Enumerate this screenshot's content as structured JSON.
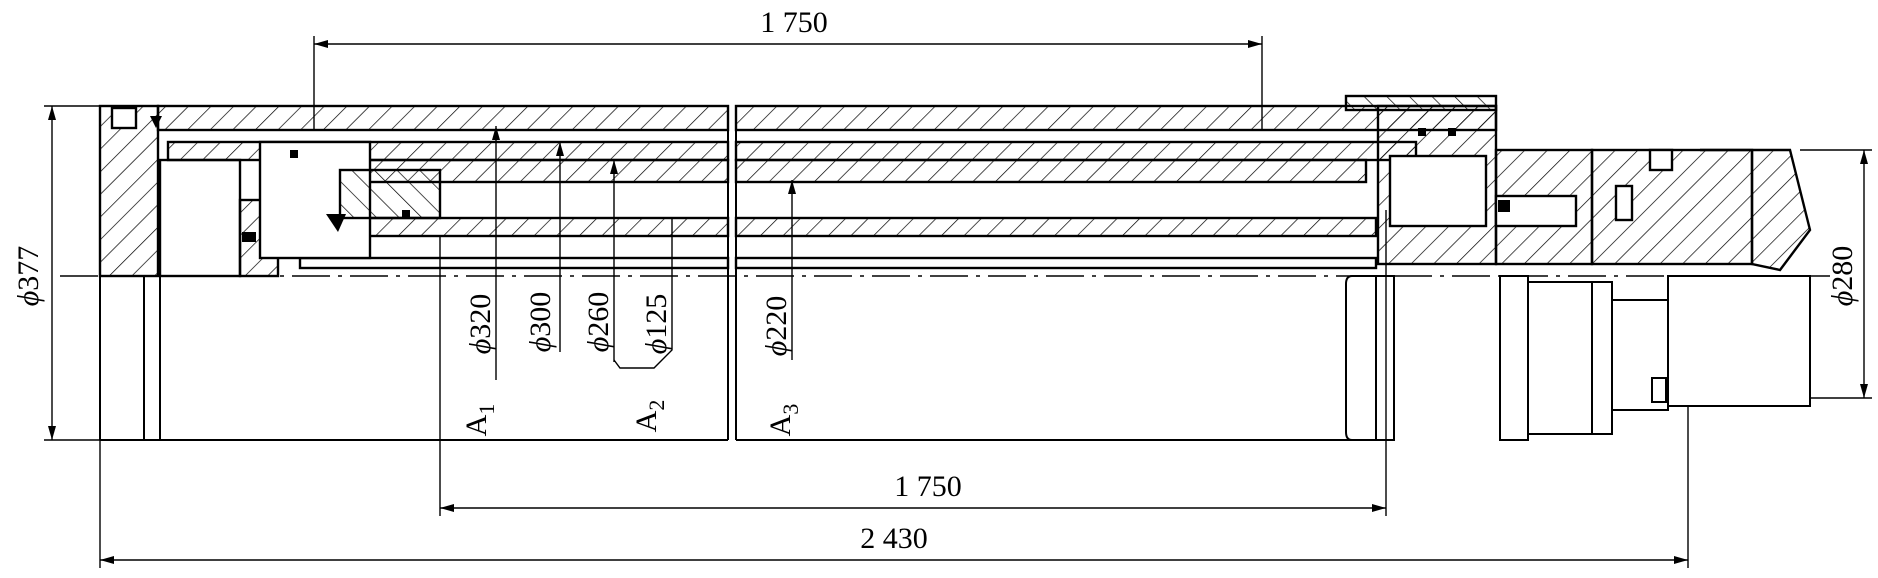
{
  "dimensions": {
    "top_length": "1 750",
    "bottom_length": "1 750",
    "overall_length": "2 430",
    "dia_377": "377",
    "dia_320": "320",
    "dia_300": "300",
    "dia_260": "260",
    "dia_125": "125",
    "dia_220": "220",
    "dia_280": "280"
  },
  "symbols": {
    "diameter": "ϕ"
  },
  "area_labels": {
    "a1": {
      "letter": "A",
      "sub": "1"
    },
    "a2": {
      "letter": "A",
      "sub": "2"
    },
    "a3": {
      "letter": "A",
      "sub": "3"
    }
  }
}
